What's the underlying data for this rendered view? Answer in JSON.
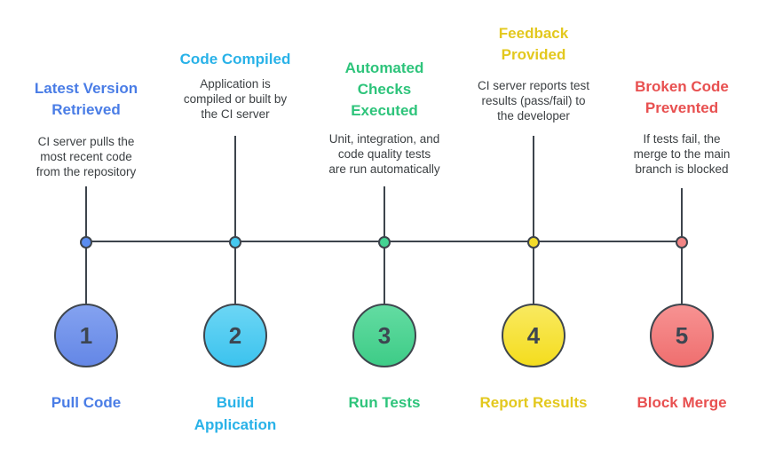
{
  "diagram": {
    "background": "#ffffff",
    "line_color": "#3d444c",
    "description_color": "#3c4043",
    "number_color": "#3d4651"
  },
  "steps": [
    {
      "number": "1",
      "title": "Latest Version\nRetrieved",
      "description": "CI server pulls the\nmost recent code\nfrom the repository",
      "label": "Pull Code",
      "accent": "#4a7de6",
      "dot_fill": "#5b8df0",
      "circle_fill_light": "#84a2f0",
      "circle_fill": "#6487e6"
    },
    {
      "number": "2",
      "title": "Code Compiled",
      "description": "Application is\ncompiled or built by\nthe CI server",
      "label": "Build\nApplication",
      "accent": "#29b2e8",
      "dot_fill": "#45c9f0",
      "circle_fill_light": "#6cd6f5",
      "circle_fill": "#3cc3ee"
    },
    {
      "number": "3",
      "title": "Automated\nChecks\nExecuted",
      "description": "Unit, integration, and\ncode quality tests\nare run automatically",
      "label": "Run Tests",
      "accent": "#2ec47b",
      "dot_fill": "#44d392",
      "circle_fill_light": "#63dca2",
      "circle_fill": "#3ecc87"
    },
    {
      "number": "4",
      "title": "Feedback\nProvided",
      "description": "CI server reports test\nresults (pass/fail) to\nthe developer",
      "label": "Report Results",
      "accent": "#e3c81e",
      "dot_fill": "#f3dc2b",
      "circle_fill_light": "#f9e960",
      "circle_fill": "#f4dd1e"
    },
    {
      "number": "5",
      "title": "Broken Code\nPrevented",
      "description": "If tests fail, the\nmerge to the main\nbranch is blocked",
      "label": "Block Merge",
      "accent": "#e85050",
      "dot_fill": "#f28585",
      "circle_fill_light": "#f79292",
      "circle_fill": "#ef6f6f"
    }
  ]
}
